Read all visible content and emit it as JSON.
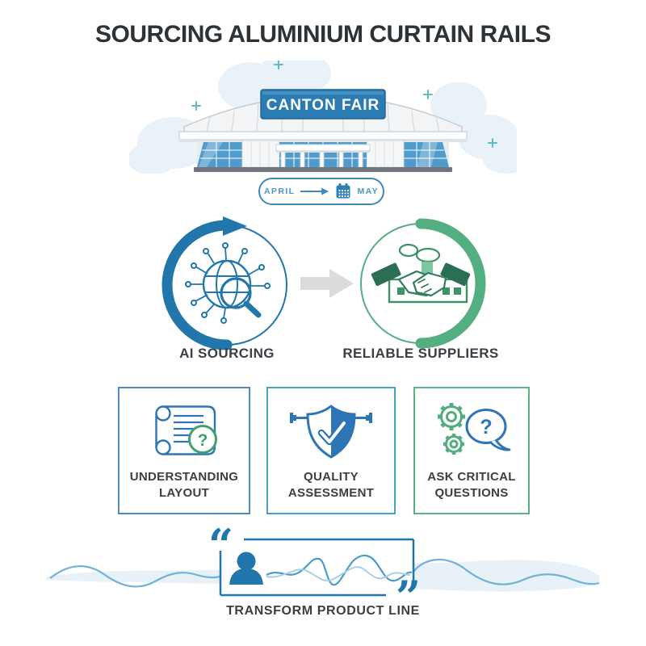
{
  "title": "SOURCING ALUMINIUM CURTAIN RAILS",
  "venue": {
    "sign_label": "CANTON FAIR"
  },
  "timeline": {
    "start_month": "APRIL",
    "end_month": "MAY",
    "icon": "calendar-icon"
  },
  "process": {
    "step1_label": "AI SOURCING",
    "step1_icon": "globe-network-magnifier-icon",
    "step2_label": "RELIABLE SUPPLIERS",
    "step2_icon": "handshake-factory-icon"
  },
  "cards": [
    {
      "line1": "UNDERSTANDING",
      "line2": "LAYOUT",
      "border_color": "#4a8bc2",
      "icon": "scroll-question-icon"
    },
    {
      "line1": "QUALITY",
      "line2": "ASSESSMENT",
      "border_color": "#46a2c8",
      "icon": "shield-check-rod-icon"
    },
    {
      "line1": "ASK CRITICAL",
      "line2": "QUESTIONS",
      "border_color": "#57b586",
      "icon": "gears-question-bubble-icon"
    }
  ],
  "footer": {
    "label": "TRANSFORM PRODUCT LINE",
    "icon": "person-waveform-quote"
  },
  "glyphs": {
    "question_mark": "?",
    "open_quote": "“",
    "close_quote": "”"
  },
  "colors": {
    "primary_blue": "#2176ac",
    "sign_blue": "#2b7cb3",
    "secondary_blue": "#46a2c8",
    "green": "#53ae81",
    "icon_green": "#43a06d",
    "text_dark": "#3a3f45",
    "teal_accent": "#5fbac5",
    "gray_arrow": "#d9dbdd",
    "light_blue_fill": "#e8f1f7",
    "wave_blue": "#6fb3d8"
  }
}
